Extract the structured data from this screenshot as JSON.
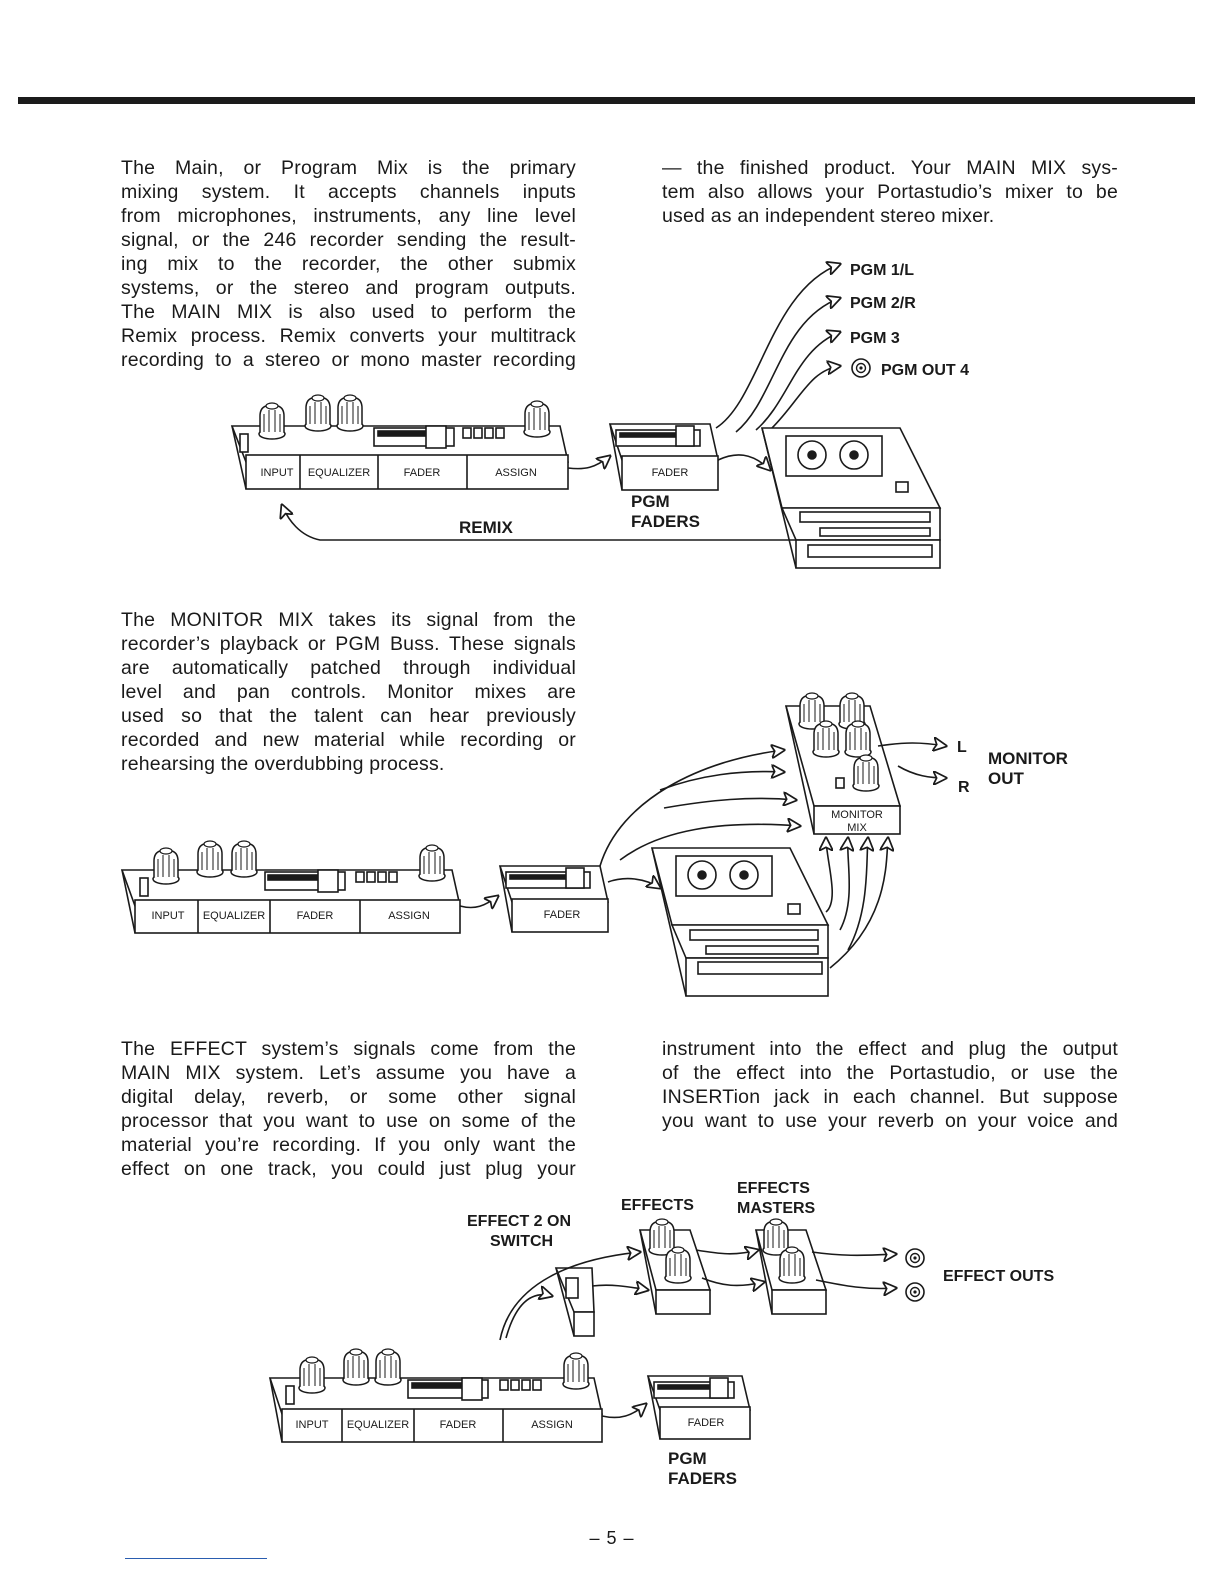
{
  "page": {
    "page_number": "– 5 –"
  },
  "sections": {
    "main_mix": {
      "left_lines": [
        "The Main, or Program Mix is the primary",
        "mixing system. It accepts channels inputs",
        "from microphones, instruments, any line level",
        "signal, or the 246 recorder sending the result-",
        "ing mix to the recorder, the other submix",
        "systems, or the stereo and program outputs.",
        "The MAIN MIX is also used to perform the",
        "Remix process. Remix converts your multitrack",
        "recording to a stereo or mono master recording"
      ],
      "right_lines": [
        "— the finished product. Your MAIN MIX sys-",
        "tem also allows your Portastudio’s mixer to be",
        "used as an independent stereo mixer."
      ],
      "diagram": {
        "outputs": [
          "PGM 1/L",
          "PGM 2/R",
          "PGM 3",
          "PGM OUT 4"
        ],
        "strip_labels": [
          "INPUT",
          "EQUALIZER",
          "FADER",
          "ASSIGN"
        ],
        "fader_label": "FADER",
        "pgm_faders_line1": "PGM",
        "pgm_faders_line2": "FADERS",
        "remix_label": "REMIX"
      }
    },
    "monitor_mix": {
      "left_lines": [
        "The MONITOR MIX takes its signal from the",
        "recorder’s playback or PGM Buss. These signals",
        "are automatically patched through individual",
        "level and pan controls. Monitor mixes are",
        "used so that the talent can hear previously",
        "recorded and new material while recording or",
        "rehearsing the overdubbing process."
      ],
      "diagram": {
        "strip_labels": [
          "INPUT",
          "EQUALIZER",
          "FADER",
          "ASSIGN"
        ],
        "fader_label": "FADER",
        "monitor_mix_line1": "MONITOR",
        "monitor_mix_line2": "MIX",
        "out_l": "L",
        "out_r": "R",
        "monitor_out_line1": "MONITOR",
        "monitor_out_line2": "OUT"
      }
    },
    "effect": {
      "left_lines": [
        "The EFFECT system’s signals come from the",
        "MAIN MIX system. Let’s assume you have a",
        "digital delay, reverb, or some other signal",
        "processor that you want to use on some of the",
        "material you’re recording. If you only want the",
        "effect on one track, you could just plug your"
      ],
      "right_lines": [
        "instrument into the effect and plug the output",
        "of the effect into the Portastudio, or use the",
        "INSERTion jack in each channel. But suppose",
        "you want to use your reverb on your voice and"
      ],
      "diagram": {
        "effects_label": "EFFECTS",
        "effects_masters_line1": "EFFECTS",
        "effects_masters_line2": "MASTERS",
        "effect2_line1": "EFFECT 2 ON",
        "effect2_line2": "SWITCH",
        "effect_outs": "EFFECT OUTS",
        "strip_labels": [
          "INPUT",
          "EQUALIZER",
          "FADER",
          "ASSIGN"
        ],
        "fader_label": "FADER",
        "pgm_faders_line1": "PGM",
        "pgm_faders_line2": "FADERS"
      }
    }
  }
}
